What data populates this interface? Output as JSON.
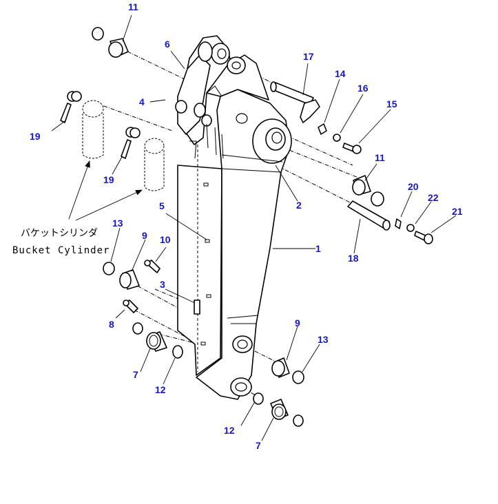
{
  "callouts": [
    "1",
    "2",
    "3",
    "4",
    "5",
    "6",
    "7",
    "7",
    "8",
    "9",
    "9",
    "10",
    "11",
    "11",
    "12",
    "12",
    "13",
    "13",
    "14",
    "15",
    "16",
    "17",
    "18",
    "19",
    "19",
    "20",
    "21",
    "22"
  ],
  "label": {
    "jp": "バケットシリンダ",
    "en": "Bucket Cylinder"
  },
  "colors": {
    "callout": "#1515c8",
    "line": "#000000"
  }
}
